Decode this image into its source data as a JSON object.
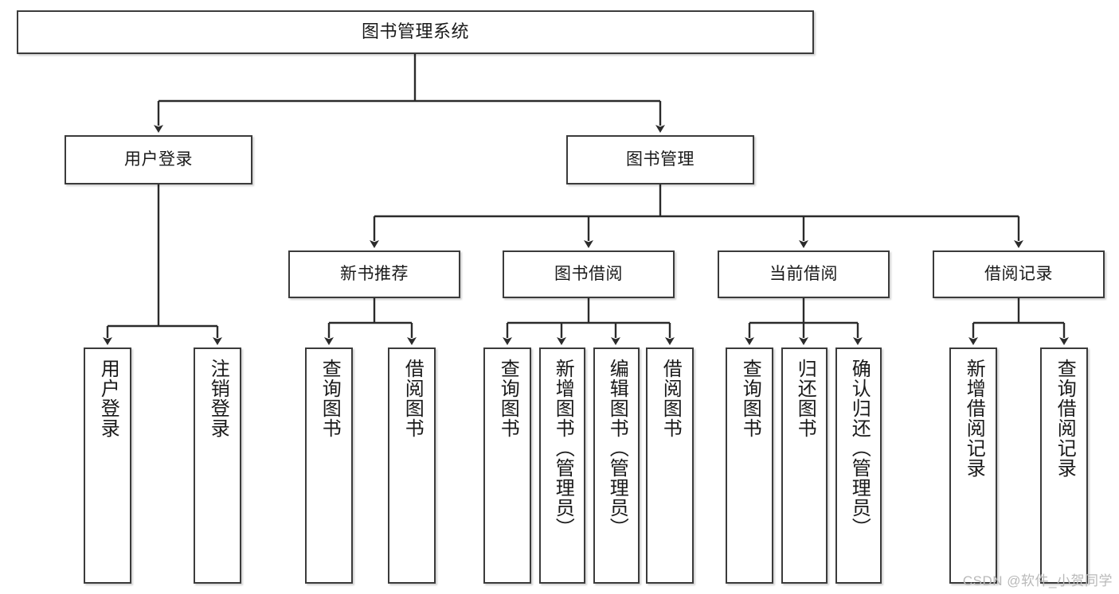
{
  "diagram": {
    "title": "图书管理系统",
    "type": "hierarchy-tree",
    "watermark": "CSDN @软件_小贺同学",
    "colors": {
      "box_border": "#3b3b3b",
      "box_fill": "#ffffff",
      "edge": "#2b2b2b",
      "text": "#1a1a1a",
      "watermark": "#b9b9b9"
    },
    "nodes": {
      "root": {
        "label": "图书管理系统"
      },
      "level1": [
        {
          "label": "用户登录"
        },
        {
          "label": "图书管理"
        }
      ],
      "level2": [
        {
          "label": "新书推荐"
        },
        {
          "label": "图书借阅"
        },
        {
          "label": "当前借阅"
        },
        {
          "label": "借阅记录"
        }
      ],
      "leaves": {
        "user_login": [
          {
            "label": "用户登录"
          },
          {
            "label": "注销登录"
          }
        ],
        "new_book_recommend": [
          {
            "label": "查询图书"
          },
          {
            "label": "借阅图书"
          }
        ],
        "book_borrow": [
          {
            "label": "查询图书"
          },
          {
            "label": "新增图书（管理员）"
          },
          {
            "label": "编辑图书（管理员）"
          },
          {
            "label": "借阅图书"
          }
        ],
        "current_borrow": [
          {
            "label": "查询图书"
          },
          {
            "label": "归还图书"
          },
          {
            "label": "确认归还（管理员）"
          }
        ],
        "borrow_record": [
          {
            "label": "新增借阅记录"
          },
          {
            "label": "查询借阅记录"
          }
        ]
      }
    }
  }
}
